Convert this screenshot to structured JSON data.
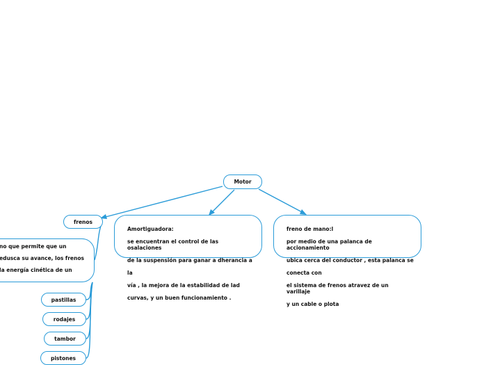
{
  "root": {
    "label": "Motor"
  },
  "branches": {
    "frenos": {
      "label": "frenos"
    },
    "amortiguadora": {
      "lines": [
        "Amortiguadora:",
        "se encuentran el control de las osalaciones",
        "de la suspensión para ganar a dherancia a",
        "la",
        "vía , la mejora de la estabilidad de lad",
        "curvas, y un buen funcionamiento ."
      ]
    },
    "freno_mano": {
      "lines": [
        "freno de mano:l",
        "por medio de una palanca de accionamiento",
        "ubica  cerca del conductor , esta palanca se",
        "conecta con",
        "el sistema de frenos atravez de un varillaje",
        "y un cable  o plota"
      ]
    }
  },
  "frenos_children": {
    "definition": {
      "lines": [
        "no que permite que un",
        "",
        "edusca su avance, los frenos",
        "",
        " la energía cinética de un"
      ]
    },
    "parts": [
      {
        "label": "pastillas"
      },
      {
        "label": "rodajes"
      },
      {
        "label": "tambor"
      },
      {
        "label": "pistones"
      }
    ]
  },
  "colors": {
    "link": "#2a9bd8",
    "border": "#2a9bd8",
    "background": "#ffffff"
  }
}
